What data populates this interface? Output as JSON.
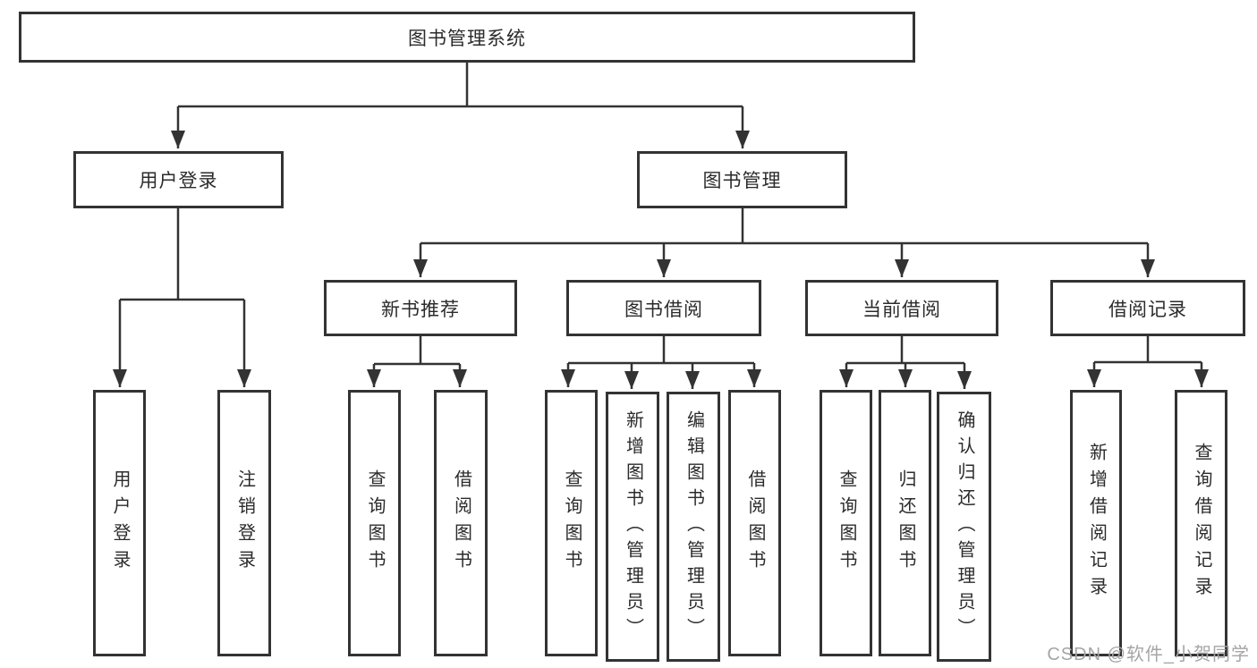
{
  "diagram": {
    "root": {
      "label": "图书管理系统"
    },
    "level2": [
      {
        "id": "user-login-module",
        "label": "用户登录"
      },
      {
        "id": "book-management-module",
        "label": "图书管理"
      }
    ],
    "level3": [
      {
        "id": "new-book-recommend",
        "label": "新书推荐"
      },
      {
        "id": "book-borrowing",
        "label": "图书借阅"
      },
      {
        "id": "current-borrowing",
        "label": "当前借阅"
      },
      {
        "id": "borrowing-records",
        "label": "借阅记录"
      }
    ],
    "leaves": [
      {
        "id": "user-login",
        "label": "用户登录"
      },
      {
        "id": "logout",
        "label": "注销登录"
      },
      {
        "id": "query-books-recommend",
        "label": "查询图书"
      },
      {
        "id": "borrow-books-recommend",
        "label": "借阅图书"
      },
      {
        "id": "query-books-borrowing",
        "label": "查询图书"
      },
      {
        "id": "add-book-admin",
        "label": "新增图书（管理员）"
      },
      {
        "id": "edit-book-admin",
        "label": "编辑图书（管理员）"
      },
      {
        "id": "borrow-books-borrowing",
        "label": "借阅图书"
      },
      {
        "id": "query-books-current",
        "label": "查询图书"
      },
      {
        "id": "return-books",
        "label": "归还图书"
      },
      {
        "id": "confirm-return-admin",
        "label": "确认归还（管理员）"
      },
      {
        "id": "add-borrow-record",
        "label": "新增借阅记录"
      },
      {
        "id": "query-borrow-record",
        "label": "查询借阅记录"
      }
    ]
  },
  "watermark": {
    "text": "CSDN @软件_小贺同学",
    "color": "#a5a5a5"
  },
  "colors": {
    "line": "#333333",
    "border": "#333333",
    "text": "#2b2b2b",
    "background": "#ffffff"
  }
}
